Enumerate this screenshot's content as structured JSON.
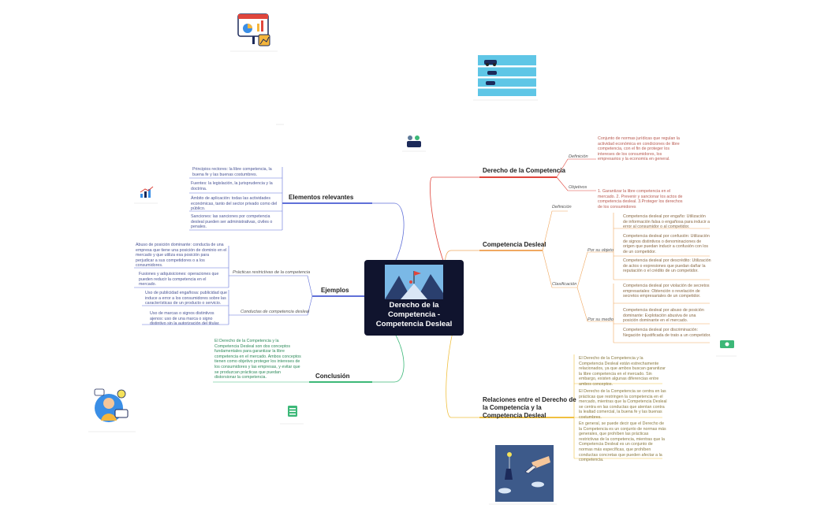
{
  "central": {
    "title_lines": [
      "Derecho de la",
      "Competencia -",
      "Competencia Desleal"
    ]
  },
  "branches": {
    "derecho": {
      "title": "Derecho de la Competencia",
      "color": "#e0463c",
      "definicion_label": "Definición",
      "definicion_text": "Conjunto de normas jurídicas que regulan la actividad económica en condiciones de libre competencia, con el fin de proteger los intereses de los consumidores, los empresarios y la economía en general.",
      "objetivos_label": "Objetivos",
      "objetivos_text": "1. Garantizar la libre competencia en el mercado. 2. Prevenir y sancionar los actos de competencia desleal. 3.Proteger los derechos de los consumidores"
    },
    "desleal": {
      "title": "Competencia Desleal",
      "color": "#f0a860",
      "definicion_label": "Definición",
      "clasificacion_label": "Clasificación",
      "por_objeto_label": "Por su objeto",
      "por_medio_label": "Por su medio",
      "objeto_items": [
        "Competencia desleal por engaño: Utilización de información falsa o engañosa para inducir a error al consumidor o al competidor.",
        "Competencia desleal por confusión: Utilización de signos distintivos o denominaciones de origen que puedan inducir a confusión con los de un competidor.",
        "Competencia desleal por descrédito: Utilización de actos o expresiones que puedan dañar la reputación o el crédito de un competidor."
      ],
      "medio_items": [
        "Competencia desleal por violación de secretos empresariales: Obtención o revelación de secretos empresariales de un competidor.",
        "Competencia desleal por abuso de posición dominante: Explotación abusiva de una posición dominante en el mercado.",
        "Competencia desleal por discriminación: Negación injustificada de trato a un competidor."
      ]
    },
    "relaciones": {
      "title_lines": [
        "Relaciones entre el Derecho de",
        "la Competencia y la",
        "Competencia Desleal"
      ],
      "color": "#f0c040",
      "items": [
        "El Derecho de la Competencia y la Competencia Desleal están estrechamente relacionados, ya que ambos buscan garantizar la libre competencia en el mercado. Sin embargo, existen algunas diferencias entre ambos conceptos.",
        "El Derecho de la Competencia se centra en las prácticas que restringen la competencia en el mercado, mientras que la Competencia Desleal se centra en las conductas que atentan contra la lealtad comercial, la buena fe y las buenas costumbres.",
        "En general, se puede decir que el Derecho de la Competencia es un conjunto de normas más generales, que prohíben las prácticas restrictivas de la competencia, mientras que la Competencia Desleal es un conjunto de normas más específicas, que prohíben conductas concretas que pueden afectar a la competencia."
      ]
    },
    "elementos": {
      "title": "Elementos relevantes",
      "color": "#6070d8",
      "items": [
        "Principios rectores: la libre competencia, la buena fe y las buenas costumbres.",
        "Fuentes: la legislación, la jurisprudencia y la doctrina.",
        "Ámbito de aplicación: todas las actividades económicas, tanto del sector privado como del público.",
        "Sanciones: las sanciones por competencia desleal pueden ser administrativas, civiles o penales."
      ]
    },
    "ejemplos": {
      "title": "Ejemplos",
      "color": "#6070d8",
      "practicas_label": "Prácticas restrictivas de la competencia",
      "conductas_label": "Conductas de competencia desleal",
      "practicas_items": [
        "Abuso de posición dominante: conducta de una empresa que tiene una posición de dominio en el mercado y que utiliza esa posición para perjudicar a sus competidores o a los consumidores.",
        "Fusiones y adquisiciones: operaciones que pueden reducir la competencia en el mercado."
      ],
      "conductas_items": [
        "Uso de publicidad engañosa: publicidad que induce a error a los consumidores sobre las características de un producto o servicio.",
        "Uso de marcas o signos distintivos ajenos: uso de una marca o signo distintivo sin la autorización del titular."
      ]
    },
    "conclusion": {
      "title": "Conclusión",
      "color": "#3cb878",
      "text": "El Derecho de la Competencia y la Competencia Desleal son dos conceptos fundamentales para garantizar la libre competencia en el mercado. Ambos conceptos tienen como objetivo proteger los intereses de los consumidores y las empresas, y evitar que se produzcan prácticas que puedan distorsionar la competencia."
    }
  },
  "icons": [
    "presentation-chart-icon",
    "racing-cars-illustration",
    "team-icon",
    "bar-chart-icon",
    "idea-person-icon",
    "checklist-icon",
    "money-icon",
    "handshake-cut-illustration",
    "central-mountain-flag-illustration"
  ]
}
